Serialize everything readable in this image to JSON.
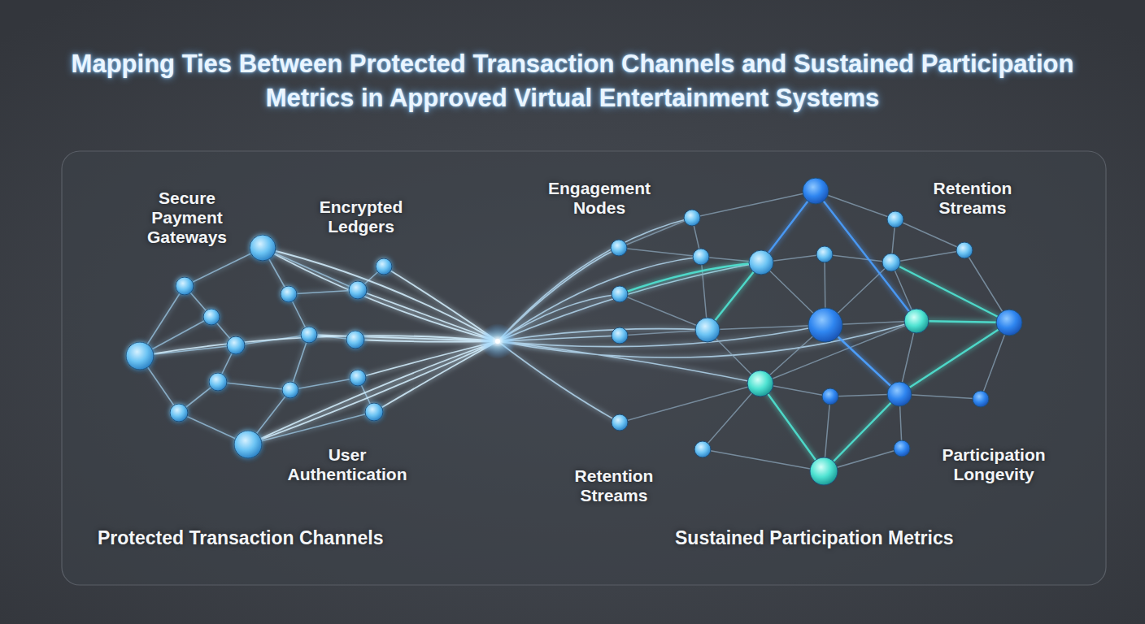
{
  "diagram": {
    "title": "Mapping Ties Between Protected Transaction Channels and Sustained Participation Metrics in Approved Virtual Entertainment Systems",
    "labels": [
      "Secure Payment Gateways",
      "Encrypted Ledgers",
      "User Authentication",
      "Protected Transaction Channels",
      "Engagement Nodes",
      "Retention Streams",
      "Retention Streams",
      "Participation Longevity",
      "Sustained Participation Metrics"
    ]
  }
}
